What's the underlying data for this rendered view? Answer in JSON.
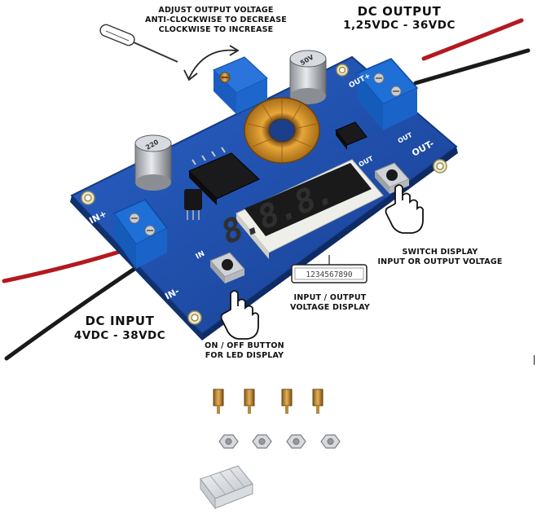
{
  "annotations": {
    "adjust_line1": "ADJUST OUTPUT VOLTAGE",
    "adjust_line2": "ANTI-CLOCKWISE TO DECREASE",
    "adjust_line3": "CLOCKWISE TO INCREASE",
    "dc_output_title": "DC OUTPUT",
    "dc_output_range": "1,25VDC - 36VDC",
    "dc_input_title": "DC INPUT",
    "dc_input_range": "4VDC - 38VDC",
    "switch_line1": "SWITCH DISPLAY",
    "switch_line2": "INPUT OR OUTPUT VOLTAGE",
    "display_line1": "INPUT / OUTPUT",
    "display_line2": "VOLTAGE DISPLAY",
    "onoff_line1": "ON / OFF BUTTON",
    "onoff_line2": "FOR LED DISPLAY"
  },
  "board": {
    "silk_in_plus": "IN+",
    "silk_in_minus": "IN-",
    "silk_in": "IN",
    "silk_out_plus": "OUT+",
    "silk_out_minus": "OUT-",
    "silk_out": "OUT",
    "silk_out_mid": "OUT",
    "cap_label": "50V",
    "cap_label2": "220",
    "segment_digits": "8.8.8.",
    "segment_strip": "1234567890"
  },
  "colors": {
    "pcb": "#1f4fb0",
    "terminal": "#1e6fd6",
    "wire_red": "#b3191f",
    "wire_black": "#1a1a1a",
    "copper": "#d99a2b"
  },
  "accessories": {
    "standoffs": 4,
    "nuts": 4,
    "heatsinks": 1
  }
}
